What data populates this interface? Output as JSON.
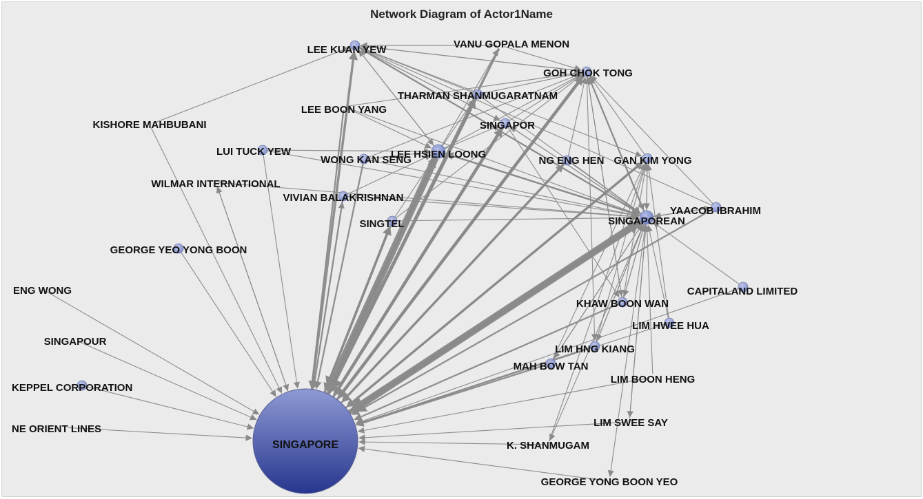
{
  "title": "Network Diagram of Actor1Name",
  "colors": {
    "edge": "#8a8a8a",
    "node": "#8f9bd1",
    "hub_top": "#8e9ad4",
    "hub_bottom": "#27368e",
    "background": "#ebebeb"
  },
  "nodes": [
    {
      "id": "singapore",
      "label": "SINGAPORE",
      "size": "hub"
    },
    {
      "id": "singaporean",
      "label": "SINGAPOREAN",
      "size": "medium"
    },
    {
      "id": "lhl",
      "label": "LEE HSIEN LOONG",
      "size": "medium"
    },
    {
      "id": "lky",
      "label": "LEE KUAN YEW",
      "size": "small"
    },
    {
      "id": "vgm",
      "label": "VANU GOPALA MENON",
      "size": "none"
    },
    {
      "id": "gct",
      "label": "GOH CHOK TONG",
      "size": "small"
    },
    {
      "id": "tsh",
      "label": "THARMAN SHANMUGARATNAM",
      "size": "small"
    },
    {
      "id": "lby",
      "label": "LEE BOON YANG",
      "size": "none"
    },
    {
      "id": "singapor",
      "label": "SINGAPOR",
      "size": "small"
    },
    {
      "id": "kmah",
      "label": "KISHORE MAHBUBANI",
      "size": "none"
    },
    {
      "id": "lty",
      "label": "LUI TUCK YEW",
      "size": "small"
    },
    {
      "id": "wks",
      "label": "WONG KAN SENG",
      "size": "small"
    },
    {
      "id": "neh",
      "label": "NG ENG HEN",
      "size": "small"
    },
    {
      "id": "gky",
      "label": "GAN KIM YONG",
      "size": "small"
    },
    {
      "id": "wilmar",
      "label": "WILMAR INTERNATIONAL",
      "size": "none"
    },
    {
      "id": "vivian",
      "label": "VIVIAN BALAKRISHNAN",
      "size": "small"
    },
    {
      "id": "yaacob",
      "label": "YAACOB IBRAHIM",
      "size": "small"
    },
    {
      "id": "singtel",
      "label": "SINGTEL",
      "size": "small"
    },
    {
      "id": "gyyb",
      "label": "GEORGE YEO YONG BOON",
      "size": "small"
    },
    {
      "id": "engwong",
      "label": "ENG WONG",
      "size": "none"
    },
    {
      "id": "capitaland",
      "label": "CAPITALAND LIMITED",
      "size": "small"
    },
    {
      "id": "kbw",
      "label": "KHAW BOON WAN",
      "size": "small"
    },
    {
      "id": "lhh",
      "label": "LIM HWEE HUA",
      "size": "small"
    },
    {
      "id": "singapour",
      "label": "SINGAPOUR",
      "size": "none"
    },
    {
      "id": "lhk",
      "label": "LIM HNG KIANG",
      "size": "small"
    },
    {
      "id": "mbt",
      "label": "MAH BOW TAN",
      "size": "small"
    },
    {
      "id": "keppel",
      "label": "KEPPEL CORPORATION",
      "size": "small"
    },
    {
      "id": "lbh",
      "label": "LIM BOON HENG",
      "size": "none"
    },
    {
      "id": "lss",
      "label": "LIM SWEE SAY",
      "size": "none"
    },
    {
      "id": "nol",
      "label": "NE ORIENT LINES",
      "size": "none"
    },
    {
      "id": "kshan",
      "label": "K. SHANMUGAM",
      "size": "none"
    },
    {
      "id": "gybyeo",
      "label": "GEORGE YONG BOON YEO",
      "size": "none"
    }
  ],
  "edges": [
    {
      "from": "kmah",
      "to": "singapore",
      "weight": 1
    },
    {
      "from": "lty",
      "to": "singapore",
      "weight": 1
    },
    {
      "from": "wilmar",
      "to": "singapore",
      "weight": 1
    },
    {
      "from": "gyyb",
      "to": "singapore",
      "weight": 1
    },
    {
      "from": "engwong",
      "to": "singapore",
      "weight": 1
    },
    {
      "from": "singapour",
      "to": "singapore",
      "weight": 1
    },
    {
      "from": "keppel",
      "to": "singapore",
      "weight": 1
    },
    {
      "from": "nol",
      "to": "singapore",
      "weight": 1
    },
    {
      "from": "kshan",
      "to": "singapore",
      "weight": 1
    },
    {
      "from": "gybyeo",
      "to": "singapore",
      "weight": 1
    },
    {
      "from": "lss",
      "to": "singapore",
      "weight": 1
    },
    {
      "from": "lbh",
      "to": "singapore",
      "weight": 1
    },
    {
      "from": "mbt",
      "to": "singapore",
      "weight": 2
    },
    {
      "from": "lhk",
      "to": "singapore",
      "weight": 2
    },
    {
      "from": "lhh",
      "to": "singapore",
      "weight": 1
    },
    {
      "from": "kbw",
      "to": "singapore",
      "weight": 2
    },
    {
      "from": "capitaland",
      "to": "singapore",
      "weight": 1
    },
    {
      "from": "singaporean",
      "to": "singapore",
      "weight": 9
    },
    {
      "from": "lhl",
      "to": "singapore",
      "weight": 9
    },
    {
      "from": "singtel",
      "to": "singapore",
      "weight": 3
    },
    {
      "from": "vivian",
      "to": "singapore",
      "weight": 2
    },
    {
      "from": "wks",
      "to": "singapore",
      "weight": 2
    },
    {
      "from": "lby",
      "to": "singapore",
      "weight": 2
    },
    {
      "from": "tsh",
      "to": "singapore",
      "weight": 4
    },
    {
      "from": "singapor",
      "to": "singapore",
      "weight": 4
    },
    {
      "from": "gct",
      "to": "singapore",
      "weight": 4
    },
    {
      "from": "vgm",
      "to": "singapore",
      "weight": 3
    },
    {
      "from": "neh",
      "to": "singapore",
      "weight": 3
    },
    {
      "from": "gky",
      "to": "singapore",
      "weight": 3
    },
    {
      "from": "yaacob",
      "to": "singapore",
      "weight": 2
    },
    {
      "from": "singapore",
      "to": "lky",
      "weight": 3
    },
    {
      "from": "singapore",
      "to": "lhl",
      "weight": 3
    },
    {
      "from": "singapore",
      "to": "singaporean",
      "weight": 6
    },
    {
      "from": "singapore",
      "to": "gct",
      "weight": 3
    },
    {
      "from": "singapore",
      "to": "singapor",
      "weight": 3
    },
    {
      "from": "singapore",
      "to": "tsh",
      "weight": 3
    },
    {
      "from": "singapore",
      "to": "neh",
      "weight": 2
    },
    {
      "from": "singapore",
      "to": "gky",
      "weight": 2
    },
    {
      "from": "singapore",
      "to": "wilmar",
      "weight": 1
    },
    {
      "from": "singapore",
      "to": "vivian",
      "weight": 1
    },
    {
      "from": "singapore",
      "to": "singtel",
      "weight": 3
    },
    {
      "from": "lhl",
      "to": "singaporean",
      "weight": 2
    },
    {
      "from": "lhl",
      "to": "gct",
      "weight": 1
    },
    {
      "from": "lhl",
      "to": "lky",
      "weight": 1
    },
    {
      "from": "lhl",
      "to": "vgm",
      "weight": 1
    },
    {
      "from": "lhl",
      "to": "singapor",
      "weight": 1
    },
    {
      "from": "lhl",
      "to": "tsh",
      "weight": 1
    },
    {
      "from": "lky",
      "to": "lhl",
      "weight": 1
    },
    {
      "from": "lky",
      "to": "gct",
      "weight": 1
    },
    {
      "from": "lky",
      "to": "singaporean",
      "weight": 1
    },
    {
      "from": "lky",
      "to": "singapor",
      "weight": 1
    },
    {
      "from": "lky",
      "to": "gky",
      "weight": 1
    },
    {
      "from": "kmah",
      "to": "lky",
      "weight": 1
    },
    {
      "from": "lby",
      "to": "lhl",
      "weight": 1
    },
    {
      "from": "lby",
      "to": "singaporean",
      "weight": 1
    },
    {
      "from": "lby",
      "to": "gct",
      "weight": 1
    },
    {
      "from": "lty",
      "to": "singaporean",
      "weight": 1
    },
    {
      "from": "lty",
      "to": "lhl",
      "weight": 1
    },
    {
      "from": "wks",
      "to": "gct",
      "weight": 1
    },
    {
      "from": "wks",
      "to": "lhl",
      "weight": 1
    },
    {
      "from": "vivian",
      "to": "singaporean",
      "weight": 1
    },
    {
      "from": "vivian",
      "to": "lhl",
      "weight": 1
    },
    {
      "from": "wilmar",
      "to": "singaporean",
      "weight": 1
    },
    {
      "from": "singtel",
      "to": "singaporean",
      "weight": 1
    },
    {
      "from": "singtel",
      "to": "lhl",
      "weight": 1
    },
    {
      "from": "singtel",
      "to": "gct",
      "weight": 1
    },
    {
      "from": "singaporean",
      "to": "gct",
      "weight": 2
    },
    {
      "from": "singaporean",
      "to": "lhl",
      "weight": 2
    },
    {
      "from": "singaporean",
      "to": "lky",
      "weight": 2
    },
    {
      "from": "singaporean",
      "to": "gky",
      "weight": 1
    },
    {
      "from": "singaporean",
      "to": "singapor",
      "weight": 1
    },
    {
      "from": "singaporean",
      "to": "yaacob",
      "weight": 1
    },
    {
      "from": "singaporean",
      "to": "kbw",
      "weight": 1
    },
    {
      "from": "singaporean",
      "to": "lhk",
      "weight": 1
    },
    {
      "from": "singaporean",
      "to": "mbt",
      "weight": 1
    },
    {
      "from": "singaporean",
      "to": "lss",
      "weight": 1
    },
    {
      "from": "singaporean",
      "to": "kshan",
      "weight": 1
    },
    {
      "from": "singaporean",
      "to": "gybyeo",
      "weight": 1
    },
    {
      "from": "gky",
      "to": "singaporean",
      "weight": 1
    },
    {
      "from": "gky",
      "to": "gct",
      "weight": 1
    },
    {
      "from": "neh",
      "to": "singaporean",
      "weight": 1
    },
    {
      "from": "neh",
      "to": "gct",
      "weight": 1
    },
    {
      "from": "yaacob",
      "to": "singaporean",
      "weight": 1
    },
    {
      "from": "yaacob",
      "to": "lky",
      "weight": 1
    },
    {
      "from": "yaacob",
      "to": "gct",
      "weight": 1
    },
    {
      "from": "gct",
      "to": "singaporean",
      "weight": 1
    },
    {
      "from": "gct",
      "to": "lky",
      "weight": 1
    },
    {
      "from": "gct",
      "to": "kbw",
      "weight": 1
    },
    {
      "from": "gct",
      "to": "lhk",
      "weight": 1
    },
    {
      "from": "tsh",
      "to": "singaporean",
      "weight": 1
    },
    {
      "from": "tsh",
      "to": "gct",
      "weight": 1
    },
    {
      "from": "tsh",
      "to": "lky",
      "weight": 1
    },
    {
      "from": "singapor",
      "to": "singaporean",
      "weight": 1
    },
    {
      "from": "singapor",
      "to": "gct",
      "weight": 1
    },
    {
      "from": "singapor",
      "to": "lky",
      "weight": 1
    },
    {
      "from": "singapor",
      "to": "kbw",
      "weight": 1
    },
    {
      "from": "vgm",
      "to": "lky",
      "weight": 1
    },
    {
      "from": "vgm",
      "to": "gct",
      "weight": 1
    },
    {
      "from": "kbw",
      "to": "singaporean",
      "weight": 1
    },
    {
      "from": "kbw",
      "to": "gct",
      "weight": 1
    },
    {
      "from": "kbw",
      "to": "gky",
      "weight": 1
    },
    {
      "from": "lhh",
      "to": "singaporean",
      "weight": 1
    },
    {
      "from": "lhh",
      "to": "gky",
      "weight": 1
    },
    {
      "from": "capitaland",
      "to": "singaporean",
      "weight": 1
    },
    {
      "from": "lhk",
      "to": "singaporean",
      "weight": 1
    },
    {
      "from": "lhk",
      "to": "gky",
      "weight": 1
    },
    {
      "from": "mbt",
      "to": "singaporean",
      "weight": 1
    },
    {
      "from": "mbt",
      "to": "gky",
      "weight": 1
    },
    {
      "from": "lbh",
      "to": "singaporean",
      "weight": 1
    },
    {
      "from": "lss",
      "to": "singaporean",
      "weight": 1
    },
    {
      "from": "kshan",
      "to": "gky",
      "weight": 1
    },
    {
      "from": "wks",
      "to": "singaporean",
      "weight": 1
    }
  ]
}
